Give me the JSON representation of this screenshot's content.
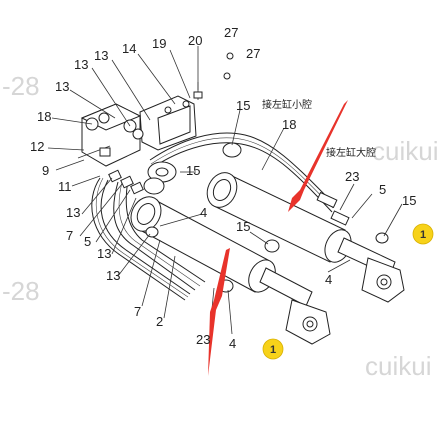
{
  "watermarks": [
    "-28",
    "cuikui",
    "-28",
    "cuikui"
  ],
  "callouts": {
    "small_chamber": "接左缸小腔",
    "large_chamber": "接左缸大腔"
  },
  "badges": [
    "1",
    "1"
  ],
  "labels": {
    "l27a": "27",
    "l27b": "27",
    "l20": "20",
    "l19": "19",
    "l14": "14",
    "l13a": "13",
    "l13b": "13",
    "l13c": "13",
    "l13d": "13",
    "l13e": "13",
    "l13f": "13",
    "l18a": "18",
    "l18b": "18",
    "l12": "12",
    "l9": "9",
    "l11": "11",
    "l7a": "7",
    "l7b": "7",
    "l5a": "5",
    "l5b": "5",
    "l15a": "15",
    "l15b": "15",
    "l15c": "15",
    "l15d": "15",
    "l4a": "4",
    "l4b": "4",
    "l4c": "4",
    "l23a": "23",
    "l23b": "23",
    "l2": "2"
  },
  "colors": {
    "arrow": "#e8332b",
    "badge": "#f7d21a",
    "ink": "#222222"
  }
}
